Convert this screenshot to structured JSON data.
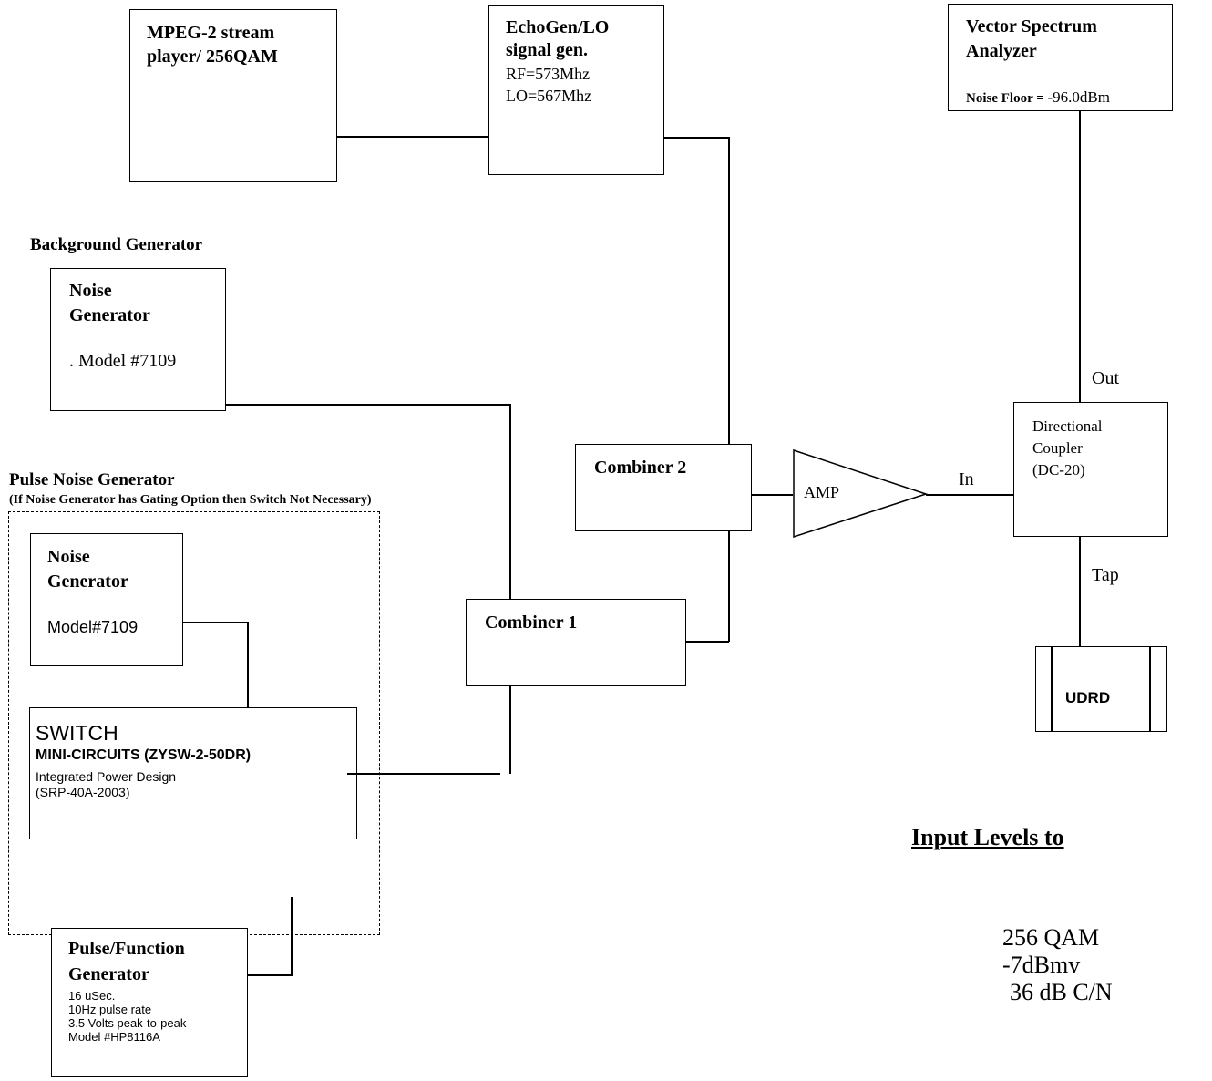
{
  "mpeg_player": {
    "line1": "MPEG-2 stream",
    "line2": "player/ 256QAM"
  },
  "echogen": {
    "line1": "EchoGen/LO",
    "line2": "signal gen.",
    "rf": "RF=573Mhz",
    "lo": "LO=567Mhz"
  },
  "vsa": {
    "line1": "Vector Spectrum",
    "line2": "Analyzer",
    "noise_floor_label": "Noise Floor = ",
    "noise_floor_value": "-96.0dBm"
  },
  "background_generator": {
    "title": "Background Generator",
    "noise_line1": "Noise",
    "noise_line2": "Generator",
    "model": ". Model #7109"
  },
  "pulse_noise_generator": {
    "title": "Pulse Noise Generator",
    "subtitle": "(If Noise Generator has Gating Option then Switch Not Necessary)"
  },
  "noise_gen2": {
    "line1": "Noise",
    "line2": "Generator",
    "model": "Model#7109"
  },
  "switch": {
    "title": "SWITCH",
    "mini": "MINI-CIRCUITS (ZYSW-2-50DR)",
    "power": "Integrated Power Design",
    "model": "(SRP-40A-2003)"
  },
  "pulse_gen": {
    "line1": "Pulse/Function",
    "line2": "Generator",
    "spec1": "16 uSec.",
    "spec2": "10Hz pulse rate",
    "spec3": "3.5 Volts peak-to-peak",
    "spec4": "Model #HP8116A"
  },
  "combiner1": {
    "label": "Combiner 1"
  },
  "combiner2": {
    "label": "Combiner 2"
  },
  "amp": {
    "label": "AMP"
  },
  "coupler": {
    "line1": "Directional",
    "line2": "Coupler",
    "line3": "(DC-20)",
    "port_in": "In",
    "port_out": "Out",
    "port_tap": "Tap"
  },
  "udrd": {
    "label": "UDRD"
  },
  "input_levels": {
    "heading": "Input Levels to",
    "line1": "256 QAM",
    "line2": "-7dBmv",
    "line3": "36 dB C/N"
  }
}
